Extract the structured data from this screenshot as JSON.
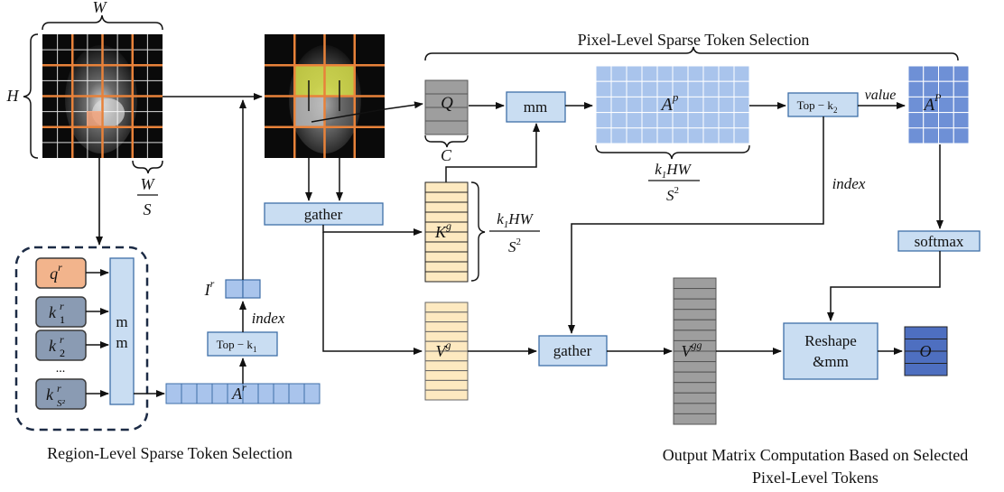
{
  "labels": {
    "pixel_title": "Pixel-Level Sparse Token Selection",
    "region_title": "Region-Level Sparse Token Selection",
    "output_title_line1": "Output Matrix Computation Based on Selected",
    "output_title_line2": "Pixel-Level Tokens",
    "W": "W",
    "H": "H",
    "W_over_S_num": "W",
    "W_over_S_den": "S",
    "gather_top": "gather",
    "gather_mid": "gather",
    "mm_top": "mm",
    "mm_vertical_1": "m",
    "mm_vertical_2": "m",
    "Q": "Q",
    "C": "C",
    "Kg": "K",
    "Kg_sup": "g",
    "Vg": "V",
    "Vg_sup": "g",
    "Vgg": "V",
    "Vgg_sup": "gg",
    "Ap": "A",
    "Ap_sup": "p",
    "AP_right": "A",
    "AP_right_sup": "P",
    "Ar": "A",
    "Ar_sup": "r",
    "Ir": "I",
    "Ir_sup": "r",
    "O": "O",
    "top_k2": "Top − k",
    "top_k2_sub": "2",
    "top_k1": "Top − k",
    "top_k1_sub": "1",
    "value": "value",
    "index_right": "index",
    "index_left": "index",
    "softmax": "softmax",
    "reshape_line1": "Reshape",
    "reshape_line2": "&mm",
    "qr": "q",
    "qr_sup": "r",
    "k1r": "k",
    "k1r_sup": "r",
    "k1r_sub": "1",
    "k2r": "k",
    "k2r_sup": "r",
    "k2r_sub": "2",
    "ellipsis": "...",
    "kSr": "k",
    "kSr_sup": "r",
    "kSr_sub": "S²",
    "frac_k1HW_num": "k",
    "frac_k1HW_num_sub": "1",
    "frac_k1HW_num_rest": "HW",
    "frac_S2_den": "S",
    "frac_S2_den_sup": "2"
  },
  "colors": {
    "blue_box": "#c9ddf2",
    "blue_border": "#3f6fa8",
    "blue_matrix": "#a9c4ec",
    "blue_dark": "#6e90d6",
    "blue_darker": "#4e6fc0",
    "gray": "#9e9e9e",
    "cream": "#fde9c0",
    "orange": "#f2b48c",
    "slate": "#8a9bb3",
    "grid_orange": "#e8823a",
    "yellow": "#d8e04a"
  }
}
